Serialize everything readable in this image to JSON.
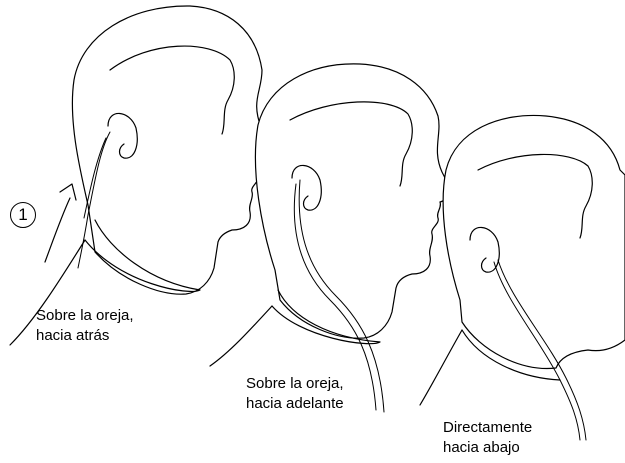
{
  "step_marker": "1",
  "captions": {
    "behind": {
      "line1": "Sobre la oreja,",
      "line2": "hacia atrás"
    },
    "forward": {
      "line1": "Sobre la oreja,",
      "line2": "hacia adelante"
    },
    "down": {
      "line1": "Directamente",
      "line2": "hacia abajo"
    }
  },
  "colors": {
    "ink": "#000000",
    "background": "#ffffff"
  }
}
